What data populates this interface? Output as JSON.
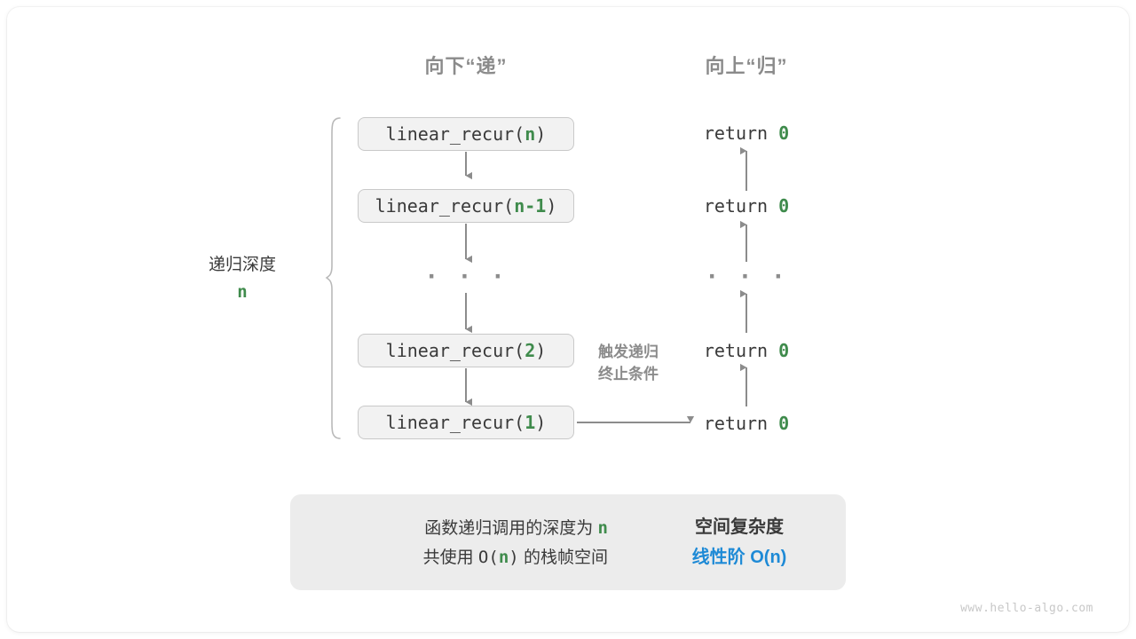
{
  "title": "linear_recur recursion space complexity diagram",
  "colors": {
    "accent_green": "#3f8b4c",
    "accent_blue": "#1e8ad6",
    "text_gray": "#3a3a3a",
    "muted_gray": "#8b8b8b",
    "box_fill": "#f2f2f2",
    "box_border": "#c9c9c9",
    "summary_fill": "#ececec",
    "arrow_gray": "#8c8c8c"
  },
  "headers": {
    "down": "向下“递”",
    "up": "向上“归”"
  },
  "depth": {
    "label": "递归深度",
    "value": "n"
  },
  "calls": [
    {
      "prefix": "linear_recur(",
      "arg": "n",
      "suffix": ")"
    },
    {
      "prefix": "linear_recur(",
      "arg": "n-1",
      "suffix": ")"
    },
    {
      "prefix": "linear_recur(",
      "arg": "2",
      "suffix": ")"
    },
    {
      "prefix": "linear_recur(",
      "arg": "1",
      "suffix": ")"
    }
  ],
  "returns": [
    {
      "keyword": "return",
      "value": "0"
    },
    {
      "keyword": "return",
      "value": "0"
    },
    {
      "keyword": "return",
      "value": "0"
    },
    {
      "keyword": "return",
      "value": "0"
    }
  ],
  "ellipsis": {
    "left": "· · ·",
    "right": "· · ·"
  },
  "trigger_note": {
    "line1": "触发递归",
    "line2": "终止条件"
  },
  "summary": {
    "left_line1_a": "函数递归调用的深度为 ",
    "left_line1_n": "n",
    "left_line2_a": "共使用 ",
    "left_line2_b": "O(",
    "left_line2_n": "n",
    "left_line2_c": ")",
    "left_line2_d": " 的栈帧空间",
    "arrow_icon": "right-arrow-icon",
    "right_title": "空间复杂度",
    "right_value": "线性阶 O(n)"
  },
  "watermark": "www.hello-algo.com"
}
